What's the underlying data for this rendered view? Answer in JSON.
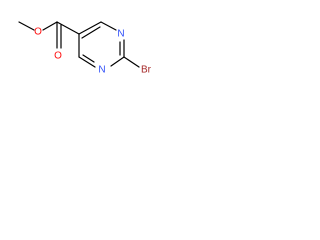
{
  "molecule": {
    "atoms": {
      "O_carbonyl": {
        "label": "O",
        "color": "#ff0d0d"
      },
      "O_ester": {
        "label": "O",
        "color": "#ff0d0d"
      },
      "N_top": {
        "label": "N",
        "color": "#3050f8"
      },
      "N_bottom": {
        "label": "N",
        "color": "#3050f8"
      },
      "Br": {
        "label": "Br",
        "color": "#a62929"
      }
    }
  }
}
